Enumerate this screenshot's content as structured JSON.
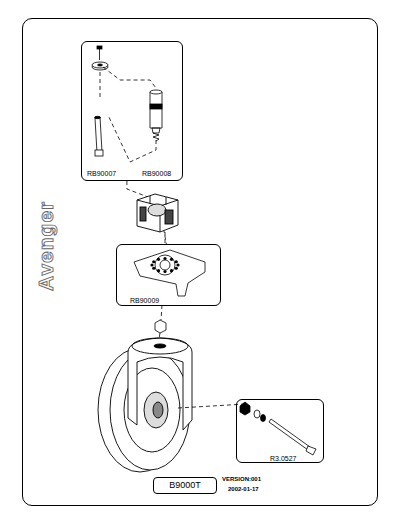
{
  "diagram": {
    "nodes": [
      {
        "text": [
          "Avenger"
        ]
      },
      {
        "text": [
          "RB90007",
          "RB90008"
        ],
        "in": 0
      },
      {
        "text": [
          "RB90009"
        ],
        "in": 0
      },
      {
        "text": [
          "R3.0527"
        ],
        "in": 0
      },
      {
        "text": [
          "B9000T"
        ],
        "in": 0
      }
    ],
    "edges": [
      {
        "from": 1,
        "to": 2,
        "arrow": "none"
      }
    ],
    "labels": [
      "VERSION:001",
      "2002-01-17"
    ]
  }
}
